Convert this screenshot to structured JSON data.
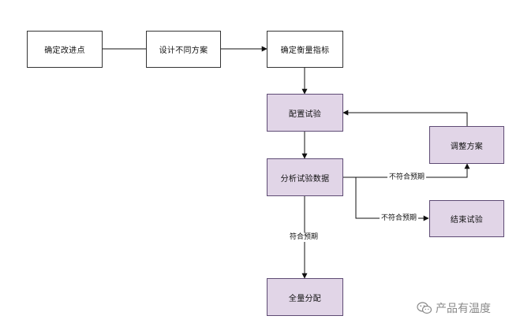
{
  "nodes": {
    "confirm_improvement": "确定改进点",
    "design_plans": "设计不同方案",
    "confirm_metrics": "确定衡量指标",
    "config_experiment": "配置试验",
    "adjust_plan": "调整方案",
    "analyze_data": "分析试验数据",
    "end_experiment": "结束试验",
    "full_rollout": "全量分配"
  },
  "edge_labels": {
    "not_expected_1": "不符合预期",
    "not_expected_2": "不符合预期",
    "as_expected": "符合预期"
  },
  "watermark": {
    "text": "产品有温度",
    "icon": "wechat-icon"
  },
  "colors": {
    "purple_fill": "#e1d5e7",
    "purple_border": "#5e4b74"
  }
}
